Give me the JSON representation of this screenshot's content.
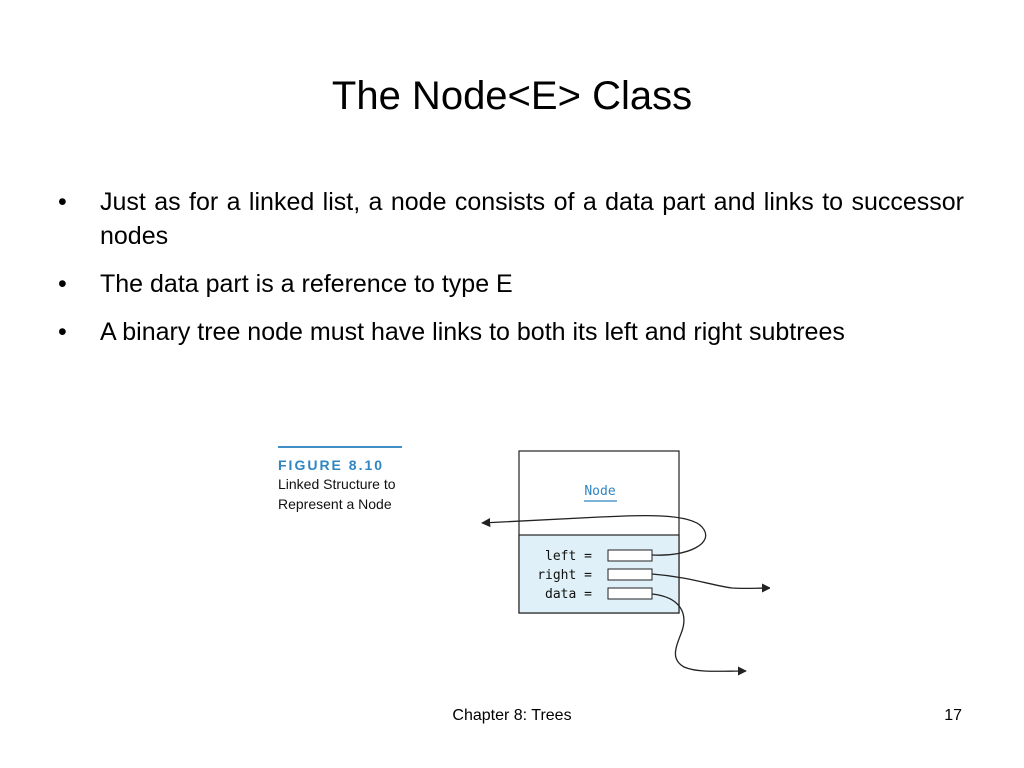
{
  "slide": {
    "title": "The Node<E> Class",
    "bullet_symbol": "•",
    "bullets": [
      "Just as for a linked list, a node consists of a data part and links to successor nodes",
      "The data part is a reference to type E",
      "A binary tree node must have links to both its left and right subtrees"
    ]
  },
  "figure": {
    "number": "FIGURE 8.10",
    "caption_line1": "Linked Structure to",
    "caption_line2": "Represent a Node",
    "class_name": "Node",
    "fields": [
      "left =",
      "right =",
      "data ="
    ]
  },
  "footer": {
    "chapter": "Chapter 8: Trees",
    "page": "17"
  },
  "colors": {
    "accent_blue": "#2f86c2",
    "field_fill": "#dff0f8"
  }
}
